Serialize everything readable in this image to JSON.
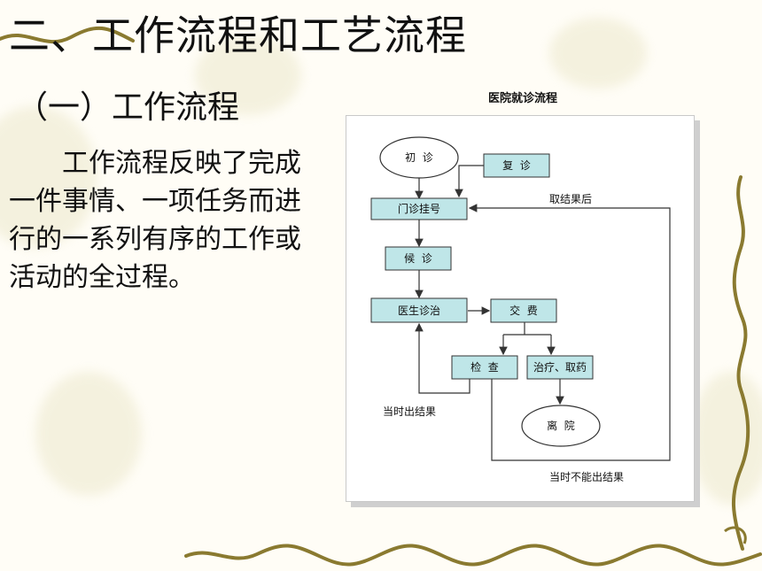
{
  "slide": {
    "title": "二、工作流程和工艺流程",
    "subtitle": "（一）工作流程",
    "body": "工作流程反映了完成一件事情、一项任务而进行的一系列有序的工作或活动的全过程。"
  },
  "diagram": {
    "title": "医院就诊流程",
    "nodes": {
      "first_visit": "初  诊",
      "revisit": "复  诊",
      "registration": "门诊挂号",
      "waiting": "候  诊",
      "diagnosis": "医生诊治",
      "payment": "交  费",
      "examination": "检  查",
      "treatment": "治疗、取药",
      "discharge": "离  院"
    },
    "labels": {
      "after_results": "取结果后",
      "immediate_results": "当时出结果",
      "no_immediate_results": "当时不能出结果"
    }
  }
}
